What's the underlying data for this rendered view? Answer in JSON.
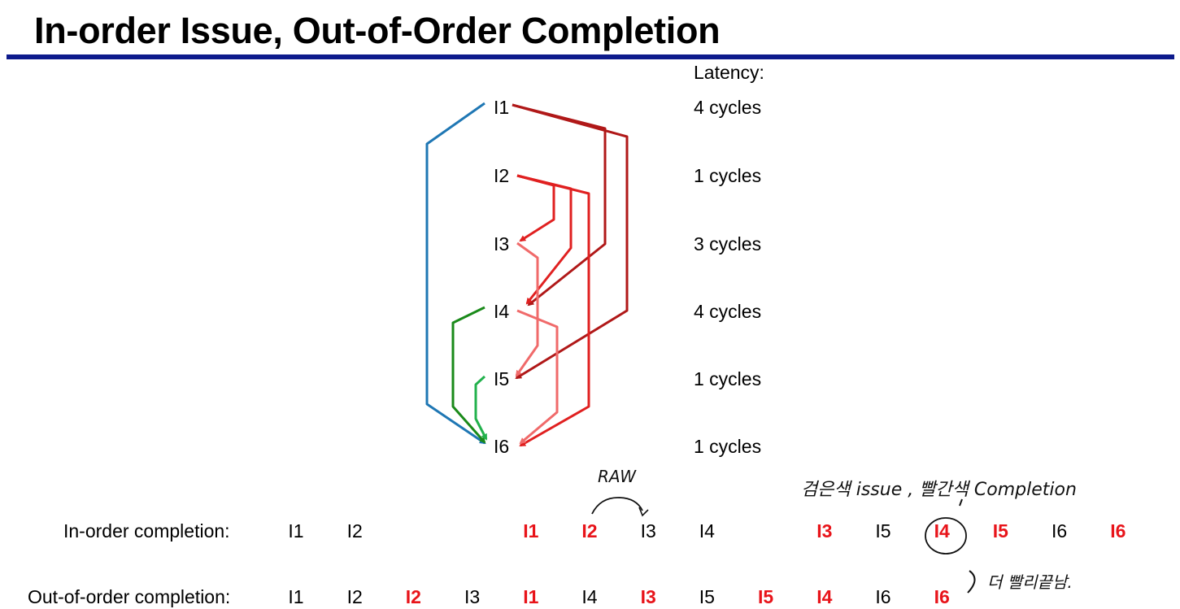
{
  "title": "In-order Issue, Out-of-Order Completion",
  "latency_header": "Latency:",
  "instructions": [
    {
      "id": "I1",
      "latency": "4 cycles"
    },
    {
      "id": "I2",
      "latency": "1 cycles"
    },
    {
      "id": "I3",
      "latency": "3 cycles"
    },
    {
      "id": "I4",
      "latency": "4 cycles"
    },
    {
      "id": "I5",
      "latency": "1 cycles"
    },
    {
      "id": "I6",
      "latency": "1 cycles"
    }
  ],
  "dependencies": [
    {
      "from": "I1",
      "to": "I6",
      "color": "#1f77b4"
    },
    {
      "from": "I1",
      "to": "I4",
      "color": "#b01818"
    },
    {
      "from": "I1",
      "to": "I5",
      "color": "#b01818"
    },
    {
      "from": "I2",
      "to": "I3",
      "color": "#e02020"
    },
    {
      "from": "I2",
      "to": "I4",
      "color": "#e02020"
    },
    {
      "from": "I2",
      "to": "I6",
      "color": "#e02020"
    },
    {
      "from": "I3",
      "to": "I5",
      "color": "#f06a6a"
    },
    {
      "from": "I4",
      "to": "I6",
      "color": "#f06a6a"
    },
    {
      "from": "I4",
      "to": "I6",
      "color": "#1a8a1a"
    },
    {
      "from": "I5",
      "to": "I6",
      "color": "#22b14c"
    }
  ],
  "in_order": {
    "label": "In-order completion:",
    "cells": [
      {
        "text": "I1",
        "red": false
      },
      {
        "text": "I2",
        "red": false
      },
      {
        "text": "",
        "red": false
      },
      {
        "text": "",
        "red": false
      },
      {
        "text": "I1",
        "red": true
      },
      {
        "text": "I2",
        "red": true
      },
      {
        "text": "I3",
        "red": false
      },
      {
        "text": "I4",
        "red": false
      },
      {
        "text": "",
        "red": false
      },
      {
        "text": "I3",
        "red": true
      },
      {
        "text": "I5",
        "red": false
      },
      {
        "text": "I4",
        "red": true
      },
      {
        "text": "I5",
        "red": true
      },
      {
        "text": "I6",
        "red": false
      },
      {
        "text": "I6",
        "red": true
      }
    ]
  },
  "out_of_order": {
    "label": "Out-of-order completion:",
    "cells": [
      {
        "text": "I1",
        "red": false
      },
      {
        "text": "I2",
        "red": false
      },
      {
        "text": "I2",
        "red": true
      },
      {
        "text": "I3",
        "red": false
      },
      {
        "text": "I1",
        "red": true
      },
      {
        "text": "I4",
        "red": false
      },
      {
        "text": "I3",
        "red": true
      },
      {
        "text": "I5",
        "red": false
      },
      {
        "text": "I5",
        "red": true
      },
      {
        "text": "I4",
        "red": true
      },
      {
        "text": "I6",
        "red": false
      },
      {
        "text": "I6",
        "red": true
      }
    ]
  },
  "annotations": {
    "raw": "RAW",
    "legend": "검은색 issue , 빨간색 Completion",
    "faster": "더 빨리끝남."
  }
}
